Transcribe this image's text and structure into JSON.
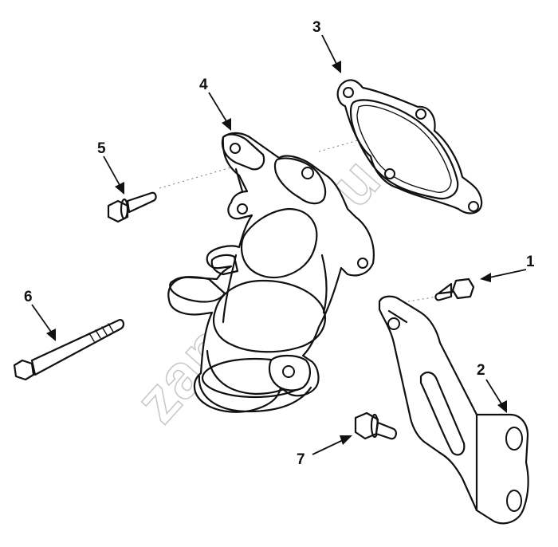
{
  "watermark": "zap-kam.ru",
  "callouts": [
    {
      "id": "1",
      "label": "1",
      "part": "bolt-short"
    },
    {
      "id": "2",
      "label": "2",
      "part": "bracket"
    },
    {
      "id": "3",
      "label": "3",
      "part": "gasket"
    },
    {
      "id": "4",
      "label": "4",
      "part": "thermostat-housing"
    },
    {
      "id": "5",
      "label": "5",
      "part": "bolt-flanged"
    },
    {
      "id": "6",
      "label": "6",
      "part": "bolt-long"
    },
    {
      "id": "7",
      "label": "7",
      "part": "bolt-short-lower"
    }
  ]
}
